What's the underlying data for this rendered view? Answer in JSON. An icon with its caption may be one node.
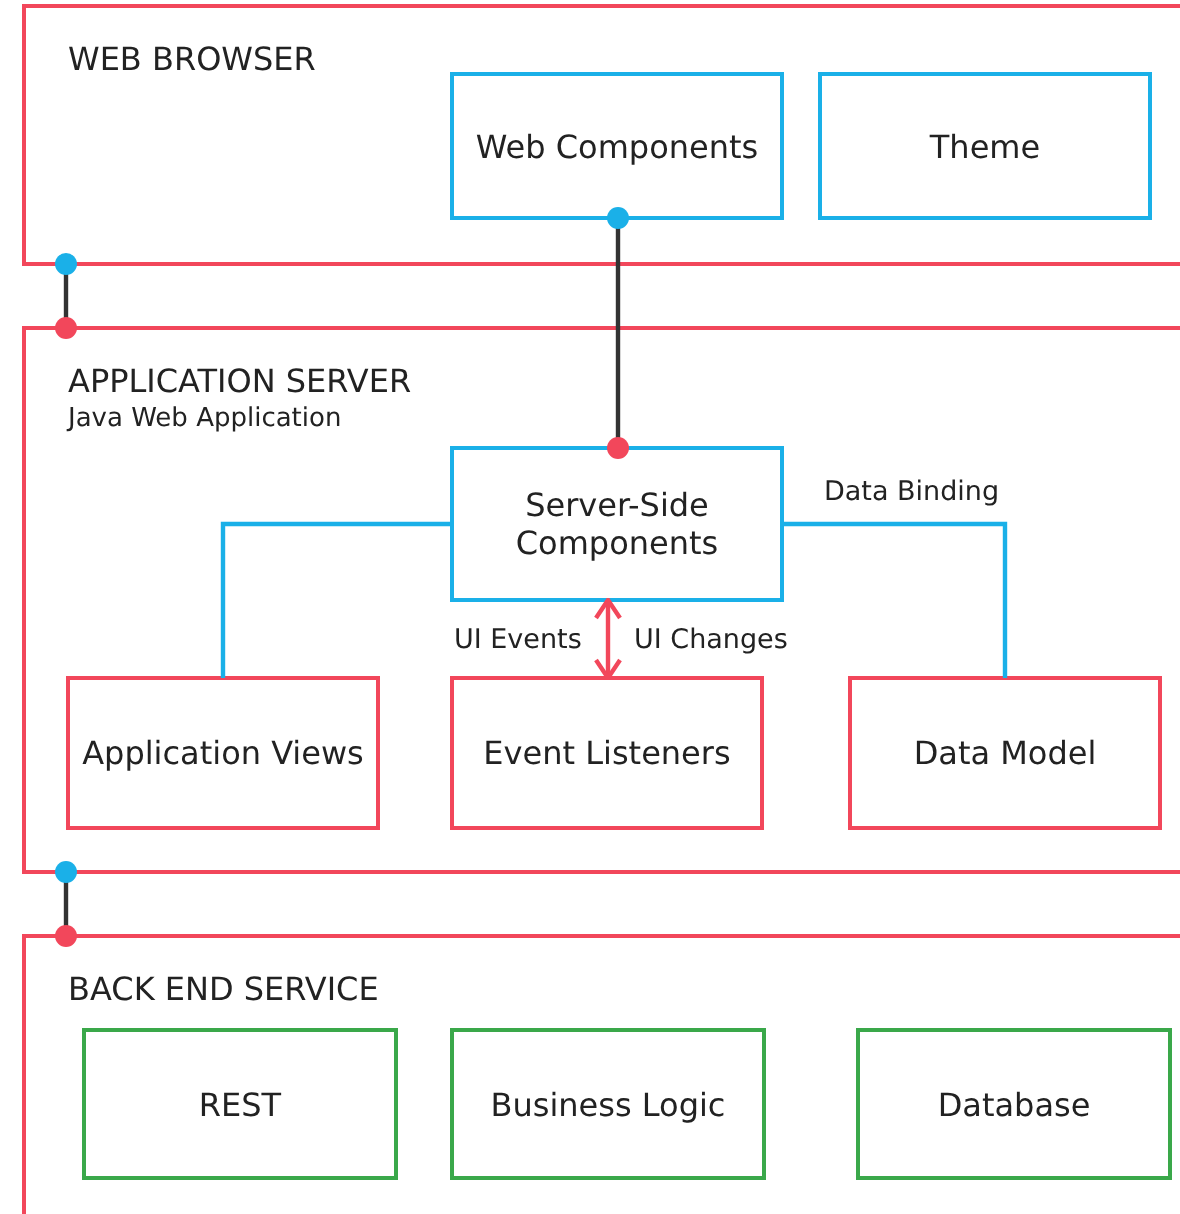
{
  "diagram": {
    "nodes": [
      {
        "text": [
          "WEB BROWSER"
        ]
      },
      {
        "text": [
          "Web Components"
        ],
        "in": 0
      },
      {
        "text": [
          "Theme"
        ],
        "in": 0
      },
      {
        "text": [
          "APPLICATION SERVER",
          "Java Web Application"
        ]
      },
      {
        "text": [
          "Server-Side Components"
        ],
        "in": 3
      },
      {
        "text": [
          "Application Views"
        ],
        "in": 3
      },
      {
        "text": [
          "Event Listeners"
        ],
        "in": 3
      },
      {
        "text": [
          "Data Model"
        ],
        "in": 3
      },
      {
        "text": [
          "BACK END SERVICE"
        ]
      },
      {
        "text": [
          "REST"
        ],
        "in": 8
      },
      {
        "text": [
          "Business Logic"
        ],
        "in": 8
      },
      {
        "text": [
          "Database"
        ],
        "in": 8
      }
    ],
    "edges": [
      {
        "from": 0,
        "to": 3,
        "arrow": "other",
        "color": "#333333"
      },
      {
        "from": 1,
        "to": 4,
        "arrow": "other",
        "color": "#333333"
      },
      {
        "from": 4,
        "to": 5,
        "arrow": "none",
        "color": "#1ab0e8"
      },
      {
        "from": 4,
        "to": 7,
        "arrow": "none",
        "label": "Data Binding",
        "color": "#1ab0e8"
      },
      {
        "from": 4,
        "to": 6,
        "arrow": "both",
        "label": "UI Events",
        "color": "#f2475b"
      },
      {
        "from": 3,
        "to": 8,
        "arrow": "other",
        "color": "#333333"
      }
    ],
    "labels": [
      "UI Changes"
    ]
  }
}
